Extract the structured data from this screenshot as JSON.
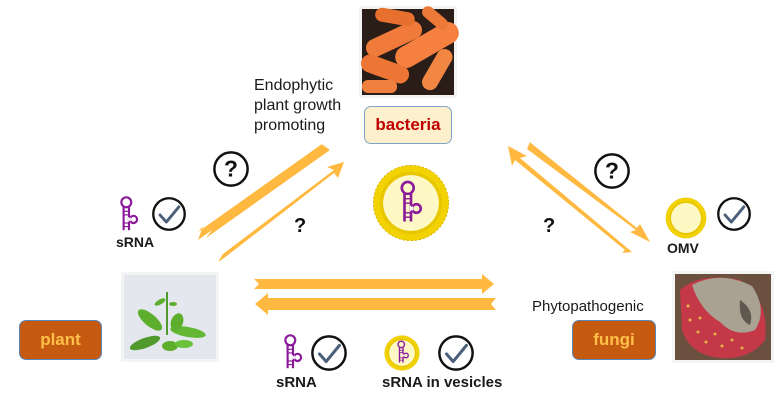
{
  "organisms": {
    "bacteria": {
      "label": "bacteria",
      "descriptor": [
        "Endophytic",
        "plant growth",
        "promoting"
      ]
    },
    "plant": {
      "label": "plant"
    },
    "fungi": {
      "label": "fungi",
      "descriptor": "Phytopathogenic"
    }
  },
  "molecules": {
    "plant_srna": {
      "label": "sRNA",
      "status": "confirmed"
    },
    "bacteria_omv": {
      "label": "OMV",
      "status": "confirmed"
    },
    "bottom_srna": {
      "label": "sRNA",
      "status": "confirmed"
    },
    "bottom_vesicle": {
      "label": "sRNA in vesicles",
      "status": "confirmed"
    }
  },
  "unknowns": {
    "plant_bacteria_circled": "?",
    "plant_bacteria_plain": "?",
    "bacteria_fungi_circled": "?",
    "bacteria_fungi_plain": "?"
  },
  "colors": {
    "arrow": "#ffb940",
    "srna": "#8b1a9b",
    "vesicle_fill": "#fdf8c4",
    "vesicle_ring": "#f2d200",
    "orange_box": "#c55a11",
    "orange_text": "#ffc04a",
    "bacteria_box": "#fdf1cd",
    "bacteria_text": "#c00000"
  }
}
